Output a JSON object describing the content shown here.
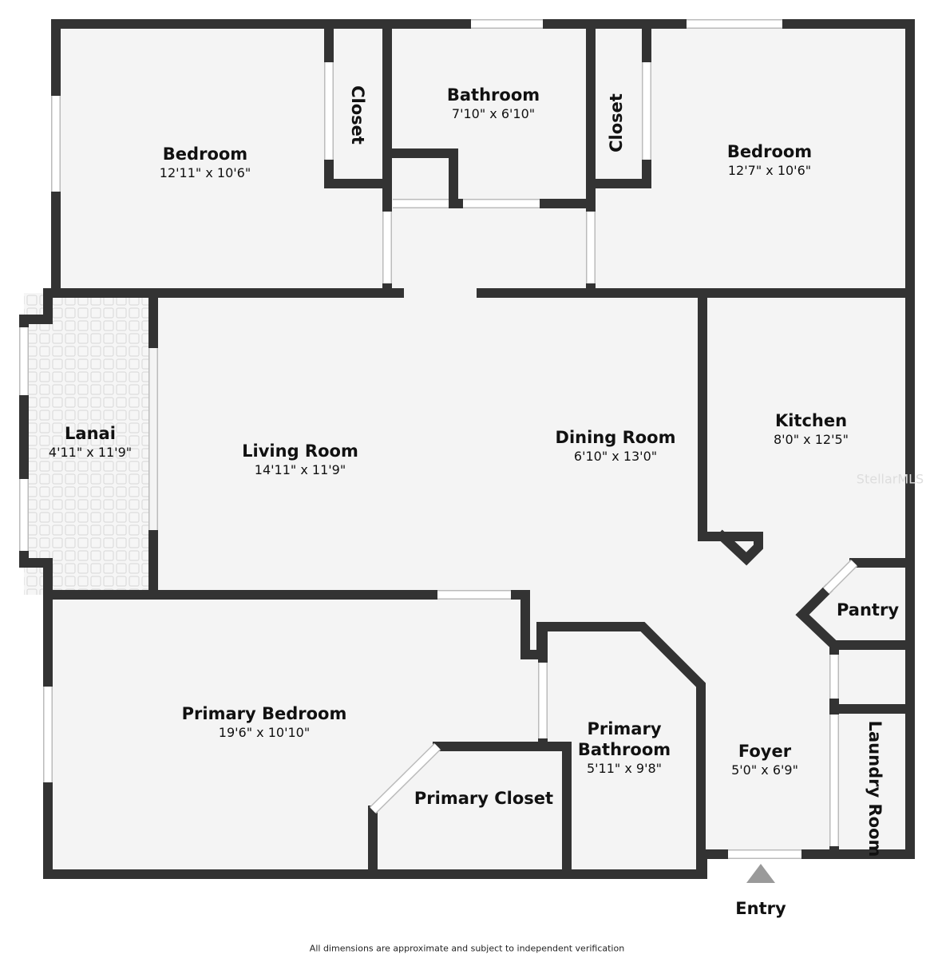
{
  "colors": {
    "wall": "#333333",
    "floor": "#f4f4f4",
    "window": "#ffffff",
    "entry_arrow": "#9a9a9a"
  },
  "rooms": {
    "bedroom_left": {
      "name": "Bedroom",
      "dims": "12'11\" x 10'6\""
    },
    "closet_left": {
      "name": "Closet"
    },
    "bathroom": {
      "name": "Bathroom",
      "dims": "7'10\" x 6'10\""
    },
    "closet_right": {
      "name": "Closet"
    },
    "bedroom_right": {
      "name": "Bedroom",
      "dims": "12'7\" x 10'6\""
    },
    "lanai": {
      "name": "Lanai",
      "dims": "4'11\" x 11'9\""
    },
    "living_room": {
      "name": "Living Room",
      "dims": "14'11\" x 11'9\""
    },
    "dining_room": {
      "name": "Dining Room",
      "dims": "6'10\" x 13'0\""
    },
    "kitchen": {
      "name": "Kitchen",
      "dims": "8'0\" x 12'5\""
    },
    "pantry": {
      "name": "Pantry"
    },
    "primary_bedroom": {
      "name": "Primary Bedroom",
      "dims": "19'6\" x 10'10\""
    },
    "primary_bathroom": {
      "name": "Primary Bathroom",
      "name_line1": "Primary",
      "name_line2": "Bathroom",
      "dims": "5'11\" x 9'8\""
    },
    "primary_closet": {
      "name": "Primary Closet"
    },
    "foyer": {
      "name": "Foyer",
      "dims": "5'0\" x 6'9\""
    },
    "laundry_room": {
      "name": "Laundry Room"
    }
  },
  "entry_label": "Entry",
  "footer": "All dimensions are approximate and subject to independent verification",
  "watermark": "StellarMLS"
}
